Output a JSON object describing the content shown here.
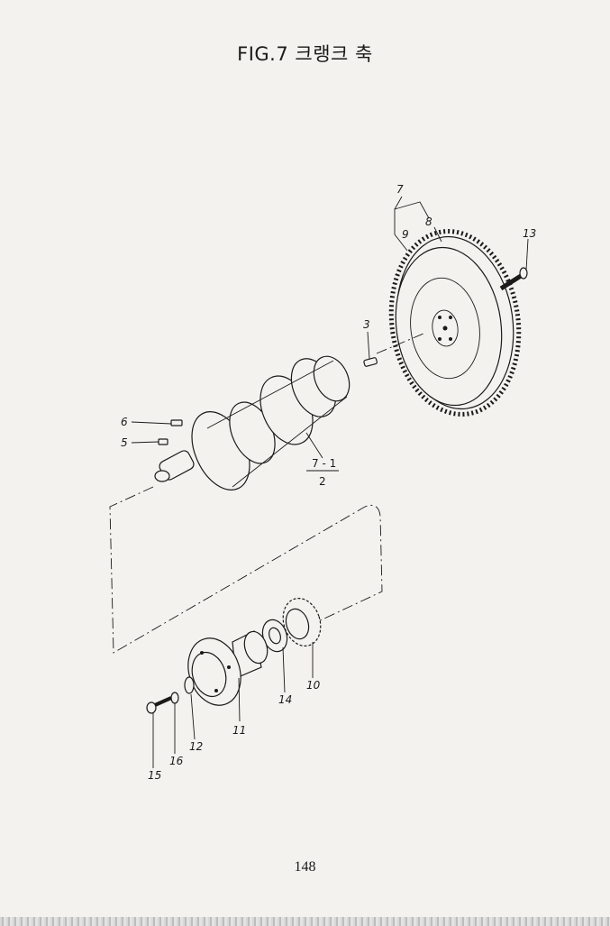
{
  "title": "FIG.7 크랭크 축",
  "page_number": "148",
  "callouts": {
    "c7": "7",
    "c8": "8",
    "c9": "9",
    "c13": "13",
    "c3": "3",
    "c6": "6",
    "c5": "5",
    "c71": "7 - 1",
    "c2": "2",
    "c10": "10",
    "c14": "14",
    "c11": "11",
    "c12": "12",
    "c16": "16",
    "c15": "15"
  }
}
